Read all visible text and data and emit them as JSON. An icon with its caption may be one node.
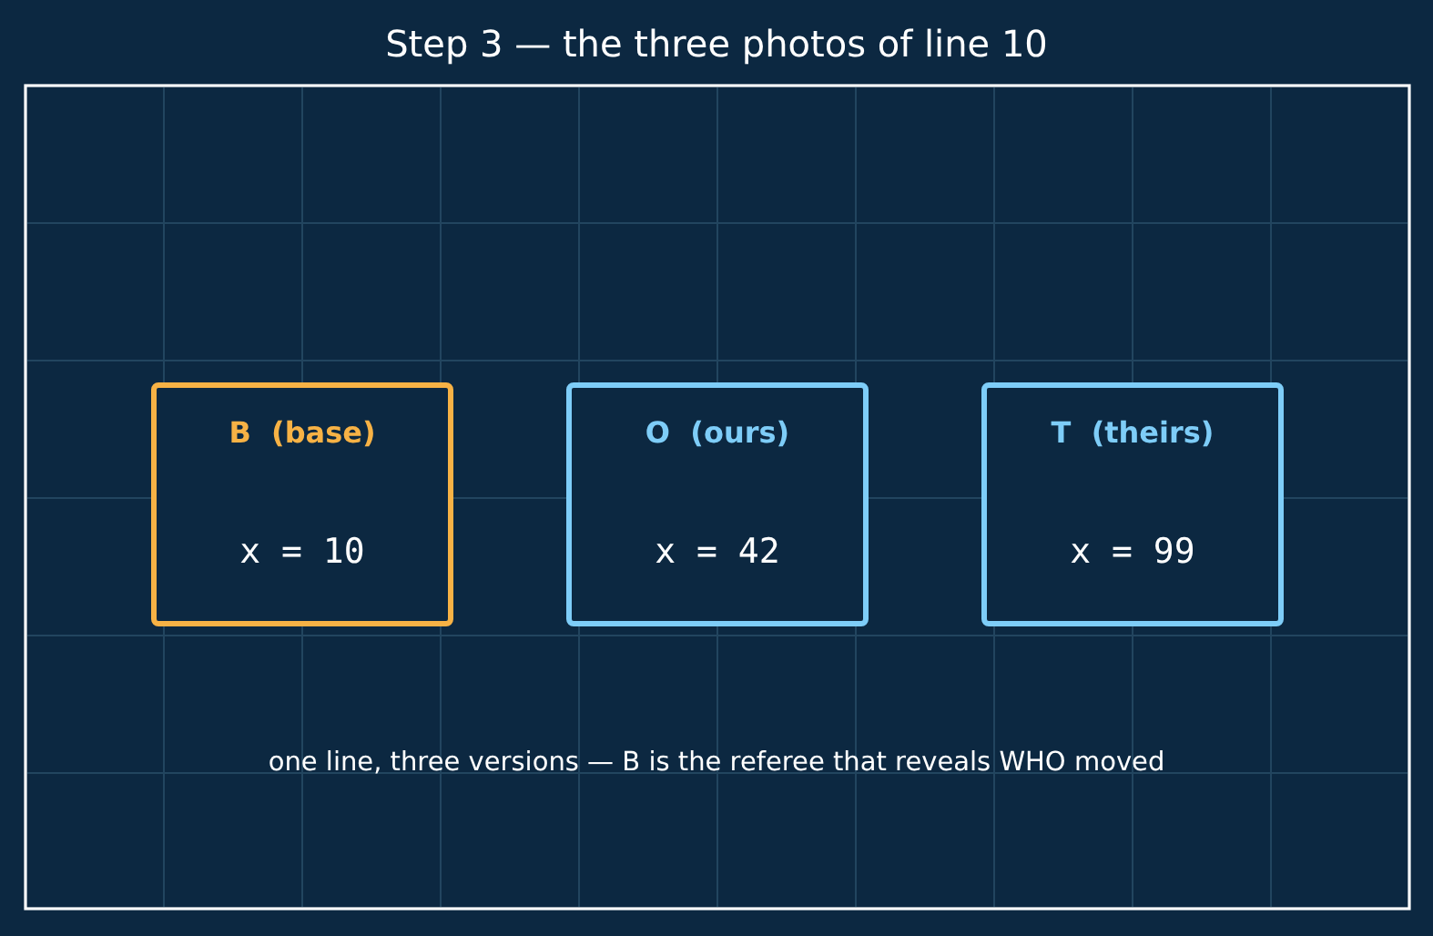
{
  "diagram": {
    "title": "Step 3 — the three photos of line 10",
    "nodes": [
      {
        "text": [
          "B  (base)",
          "x = 10"
        ]
      },
      {
        "text": [
          "O  (ours)",
          "x = 42"
        ]
      },
      {
        "text": [
          "T  (theirs)",
          "x = 99"
        ]
      }
    ],
    "labels": [
      "one line, three versions — B is the referee that reveals WHO moved"
    ]
  }
}
